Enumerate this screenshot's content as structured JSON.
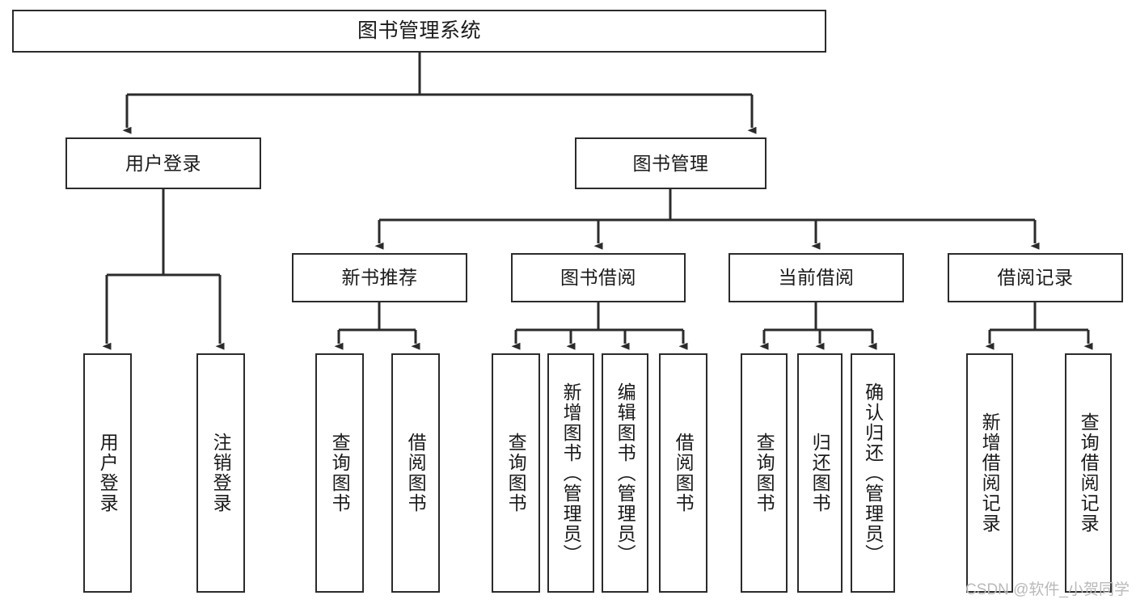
{
  "diagram": {
    "title": "图书管理系统",
    "watermark": "CSDN @软件_小贺同学",
    "colors": {
      "stroke": "#2b2b2b",
      "fill": "#ffffff",
      "text": "#1a1a1a",
      "watermark": "#b9b9b9"
    },
    "root": {
      "label": "图书管理系统"
    },
    "level2": [
      {
        "label": "用户登录"
      },
      {
        "label": "图书管理"
      }
    ],
    "level3": [
      {
        "label": "新书推荐"
      },
      {
        "label": "图书借阅"
      },
      {
        "label": "当前借阅"
      },
      {
        "label": "借阅记录"
      }
    ],
    "leaves": [
      {
        "label": "用户登录",
        "parent": "用户登录"
      },
      {
        "label": "注销登录",
        "parent": "用户登录"
      },
      {
        "label": "查询图书",
        "parent": "新书推荐"
      },
      {
        "label": "借阅图书",
        "parent": "新书推荐"
      },
      {
        "label": "查询图书",
        "parent": "图书借阅"
      },
      {
        "label": "新增图书（管理员）",
        "parent": "图书借阅"
      },
      {
        "label": "编辑图书（管理员）",
        "parent": "图书借阅"
      },
      {
        "label": "借阅图书",
        "parent": "图书借阅"
      },
      {
        "label": "查询图书",
        "parent": "当前借阅"
      },
      {
        "label": "归还图书",
        "parent": "当前借阅"
      },
      {
        "label": "确认归还（管理员）",
        "parent": "当前借阅"
      },
      {
        "label": "新增借阅记录",
        "parent": "借阅记录"
      },
      {
        "label": "查询借阅记录",
        "parent": "借阅记录"
      }
    ]
  }
}
